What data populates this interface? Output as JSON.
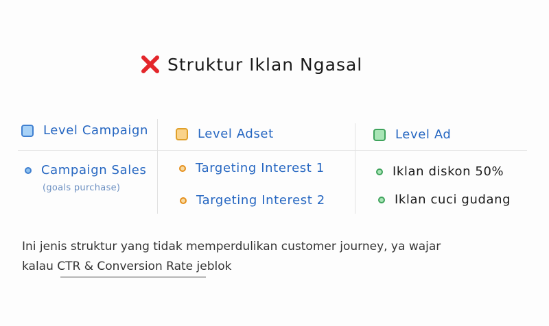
{
  "title": {
    "icon": "cross-mark-icon",
    "icon_color": "#e3262b",
    "text": "Struktur Iklan Ngasal"
  },
  "columns": [
    {
      "header": "Level Campaign",
      "square_color": "#a8d2f7",
      "items": [
        {
          "label": "Campaign Sales",
          "sublabel": "(goals purchase)"
        }
      ]
    },
    {
      "header": "Level Adset",
      "square_color": "#fad38a",
      "items": [
        {
          "label": "Targeting Interest 1"
        },
        {
          "label": "Targeting Interest 2"
        }
      ]
    },
    {
      "header": "Level Ad",
      "square_color": "#a9e5b6",
      "items": [
        {
          "label": "Iklan diskon 50%"
        },
        {
          "label": "Iklan cuci gudang"
        }
      ]
    }
  ],
  "description": {
    "line1": "Ini jenis struktur yang tidak memperdulikan customer journey, ya wajar",
    "line2": "kalau CTR & Conversion Rate jeblok"
  }
}
